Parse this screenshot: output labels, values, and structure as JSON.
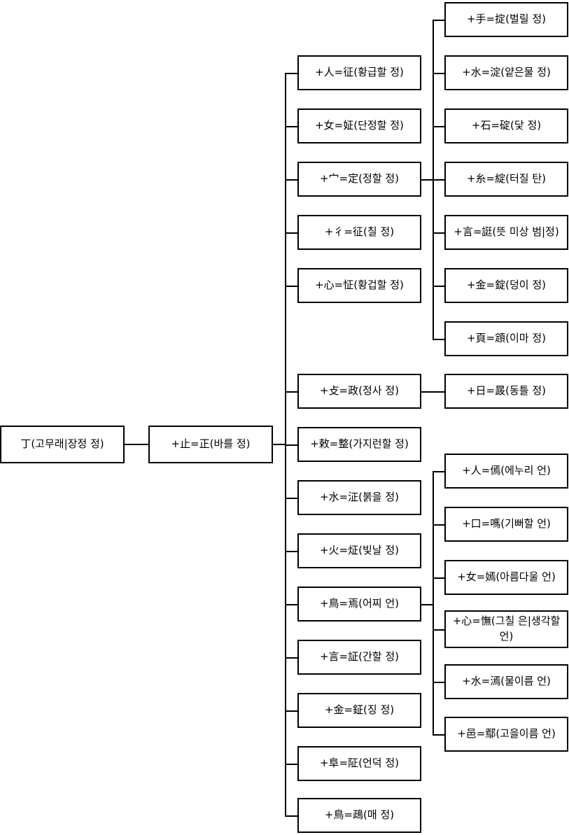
{
  "diagram": {
    "type": "tree",
    "title": "",
    "orientation": "left-to-right",
    "root": {
      "label": "丁(고무래|장정 정)"
    },
    "level1": {
      "label": "+止=正(바를 정)"
    },
    "level2": [
      {
        "label": "+人=征(황급할 정)"
      },
      {
        "label": "+女=姃(단정할 정)"
      },
      {
        "label": "+宀=定(정할 정)"
      },
      {
        "label": "+彳=征(칠 정)"
      },
      {
        "label": "+心=怔(황겁할 정)"
      },
      {
        "label": "+攴=政(정사 정)"
      },
      {
        "label": "+敕=整(가지런할 정)"
      },
      {
        "label": "+水=泟(붉을 정)"
      },
      {
        "label": "+火=炡(빛날 정)"
      },
      {
        "label": "+鳥=焉(어찌 언)"
      },
      {
        "label": "+言=証(간할 정)"
      },
      {
        "label": "+金=鉦(징 정)"
      },
      {
        "label": "+阜=阷(언덕 정)"
      },
      {
        "label": "+鳥=鴊(매 정)"
      }
    ],
    "level3_ding": [
      {
        "label": "+手=掟(벌릴 정)"
      },
      {
        "label": "+水=淀(얕은물 정)"
      },
      {
        "label": "+石=碇(닻 정)"
      },
      {
        "label": "+糸=綻(터질 탄)"
      },
      {
        "label": "+言=誔(뜻 미상 범|정)"
      },
      {
        "label": "+金=錠(덩이 정)"
      },
      {
        "label": "+頁=顁(이마 정)"
      }
    ],
    "level3_zheng": [
      {
        "label": "+日=晸(동틀 정)"
      }
    ],
    "level3_yan": [
      {
        "label": "+人=傿(에누리 언)"
      },
      {
        "label": "+口=嗎(기뻐할 언)"
      },
      {
        "label": "+女=嫣(아름다울 언)"
      },
      {
        "label": "+心=憮(그칠 은|생각할 언)"
      },
      {
        "label": "+水=漹(물이름 언)"
      },
      {
        "label": "+邑=鄢(고을이름 언)"
      }
    ]
  },
  "style": {
    "line_color": "#000000",
    "box_border_color": "#000000",
    "box_fill_color": "#ffffff",
    "text_color": "#000000",
    "background_color": "#ffffff"
  }
}
